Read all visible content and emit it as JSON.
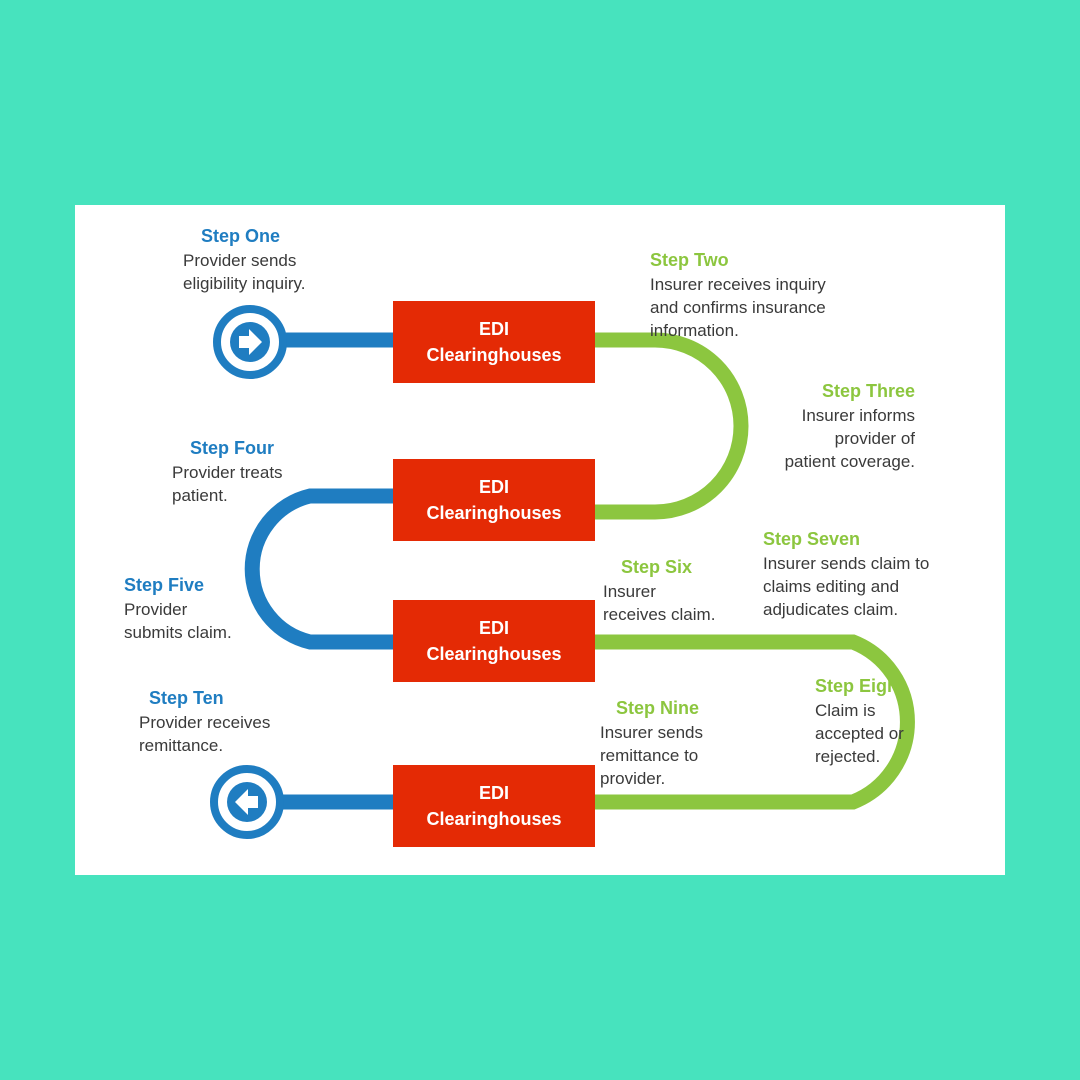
{
  "colors": {
    "background": "#47E3BE",
    "card": "#FFFFFF",
    "provider_blue": "#1F7DC1",
    "insurer_green": "#8CC63F",
    "clearinghouse_red": "#E42A05"
  },
  "icons": {
    "start": "arrow-right-circle-icon",
    "end": "arrow-left-circle-icon"
  },
  "clearinghouses": [
    {
      "line1": "EDI",
      "line2": "Clearinghouses"
    },
    {
      "line1": "EDI",
      "line2": "Clearinghouses"
    },
    {
      "line1": "EDI",
      "line2": "Clearinghouses"
    },
    {
      "line1": "EDI",
      "line2": "Clearinghouses"
    }
  ],
  "steps": [
    {
      "title": "Step One",
      "text": "Provider sends\neligibility inquiry."
    },
    {
      "title": "Step Two",
      "text": "Insurer receives inquiry\nand confirms insurance\ninformation."
    },
    {
      "title": "Step Three",
      "text": "Insurer informs\nprovider of\npatient coverage."
    },
    {
      "title": "Step Four",
      "text": "Provider treats\npatient."
    },
    {
      "title": "Step Five",
      "text": "Provider\nsubmits claim."
    },
    {
      "title": "Step Six",
      "text": "Insurer\nreceives claim."
    },
    {
      "title": "Step Seven",
      "text": "Insurer sends claim to\nclaims editing and\nadjudicates claim."
    },
    {
      "title": "Step Eight",
      "text": "Claim is\naccepted or\nrejected."
    },
    {
      "title": "Step Nine",
      "text": "Insurer sends\nremittance to\nprovider."
    },
    {
      "title": "Step Ten",
      "text": "Provider receives\nremittance."
    }
  ]
}
